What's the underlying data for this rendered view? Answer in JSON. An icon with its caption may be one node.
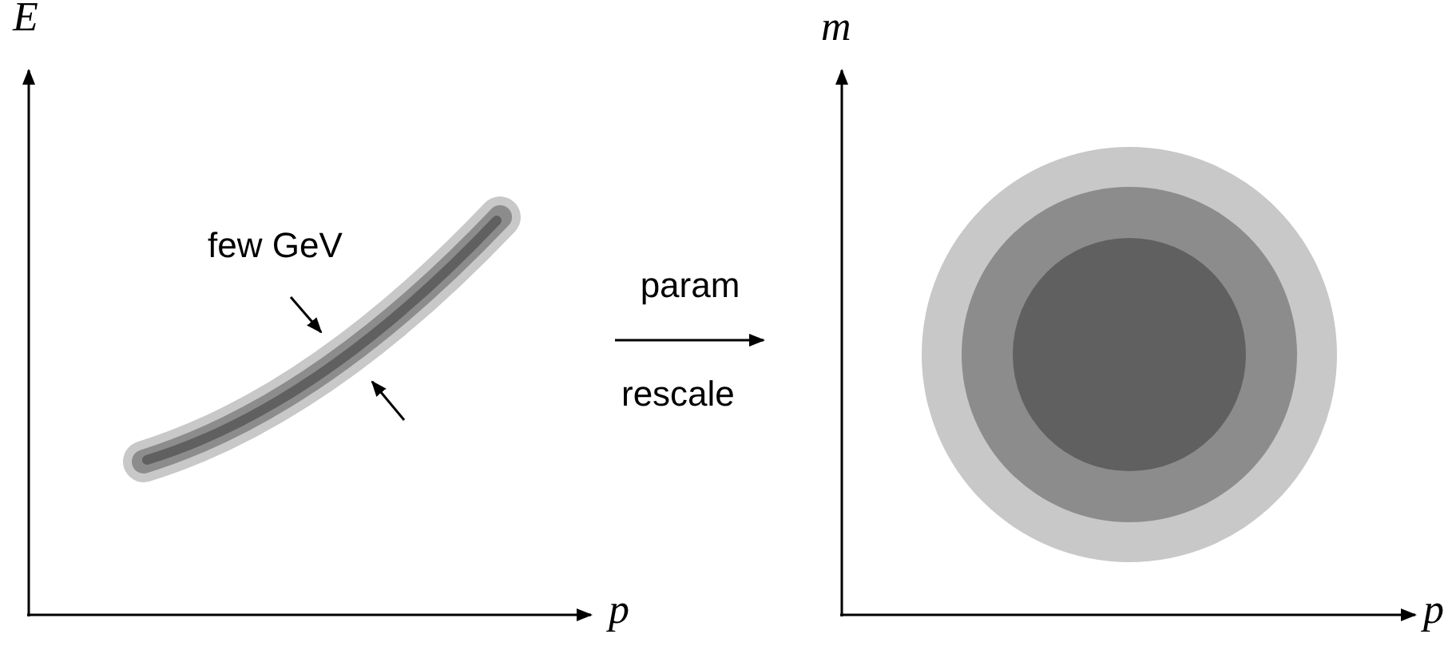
{
  "diagram": {
    "nodes": [
      {
        "text": [],
        "shape": "picture"
      },
      {
        "text": [],
        "shape": "picture"
      }
    ],
    "edges": [
      {
        "from": 0,
        "to": 1,
        "arrow": "to",
        "label": "param"
      }
    ],
    "labels": [
      "E",
      "m",
      "few GeV",
      "rescale",
      "p",
      "p"
    ]
  }
}
